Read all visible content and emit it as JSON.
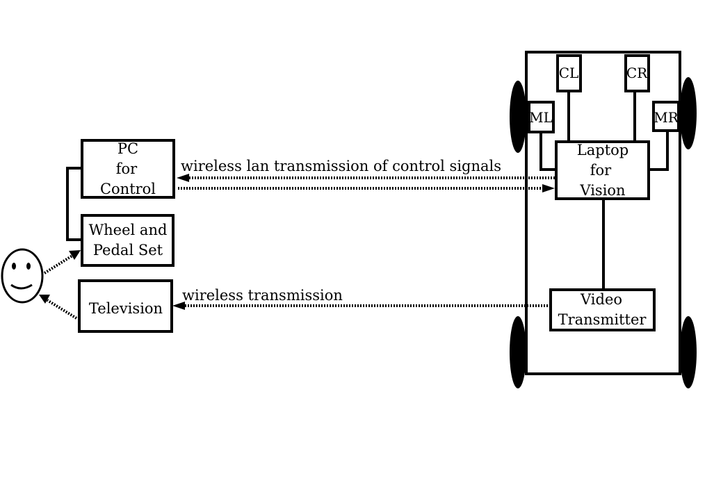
{
  "nodes": {
    "pc_control": {
      "lines": [
        "PC",
        "for",
        "Control"
      ]
    },
    "wheel_pedal": {
      "lines": [
        "Wheel and",
        "Pedal Set"
      ]
    },
    "television": {
      "lines": [
        "Television"
      ]
    },
    "laptop_vision": {
      "lines": [
        "Laptop",
        "for",
        "Vision"
      ]
    },
    "video_transmitter": {
      "lines": [
        "Video",
        "Transmitter"
      ]
    },
    "camera_cl": {
      "label": "CL"
    },
    "camera_cr": {
      "label": "CR"
    },
    "camera_ml": {
      "label": "ML"
    },
    "camera_mr": {
      "label": "MR"
    }
  },
  "edges": {
    "control_link": {
      "label": "wireless lan transmission of control signals"
    },
    "video_link": {
      "label": "wireless transmission"
    }
  }
}
